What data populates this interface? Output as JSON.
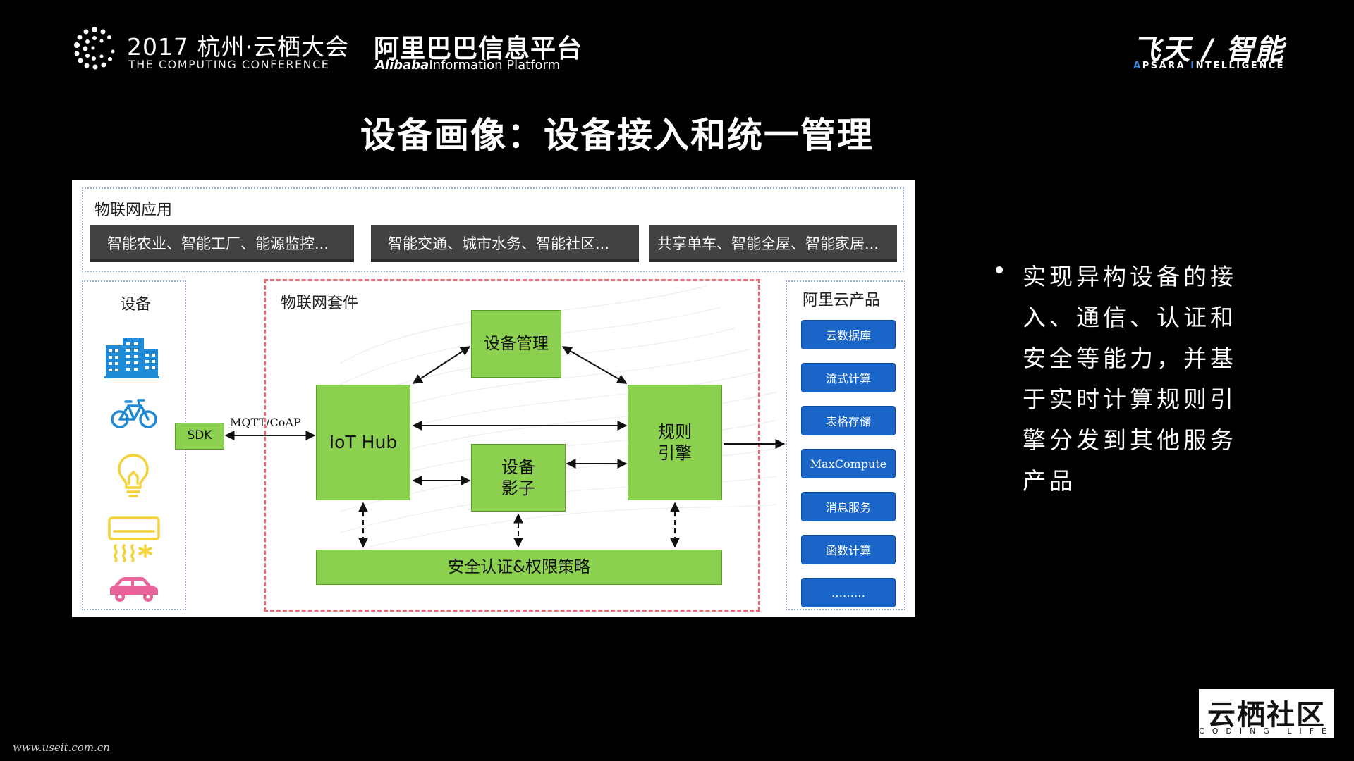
{
  "header": {
    "conference": {
      "title": "2017 杭州·云栖大会",
      "subtitle": "THE COMPUTING CONFERENCE"
    },
    "alibaba": {
      "title_cn": "阿里巴巴信息平台",
      "title_en_bold": "Alibaba",
      "title_en_rest": "Information Platform"
    },
    "apsara": {
      "title_cn": "飞天 / 智能",
      "title_en_a": "A",
      "title_en_psara": "PSARA ",
      "title_en_i": "I",
      "title_en_ntelligence": "NTELLIGENCE"
    }
  },
  "slide_title": "设备画像：设备接入和统一管理",
  "diagram": {
    "iot_apps": {
      "label": "物联网应用",
      "items": [
        "智能农业、智能工厂、能源监控...",
        "智能交通、城市水务、智能社区...",
        "共享单车、智能全屋、智能家居..."
      ]
    },
    "devices": {
      "label": "设备",
      "icons": [
        "building-icon",
        "bicycle-icon",
        "lightbulb-icon",
        "air-conditioner-icon",
        "car-icon"
      ]
    },
    "sdk": {
      "label": "SDK",
      "protocol": "MQTT/CoAP"
    },
    "iot_suite": {
      "label": "物联网套件",
      "iot_hub": "IoT Hub",
      "device_management": "设备管理",
      "rule_engine_line1": "规则",
      "rule_engine_line2": "引擎",
      "device_shadow_line1": "设备",
      "device_shadow_line2": "影子",
      "security": "安全认证&权限策略"
    },
    "aliyun_products": {
      "label": "阿里云产品",
      "items": [
        "云数据库",
        "流式计算",
        "表格存储",
        "MaxCompute",
        "消息服务",
        "函数计算",
        "………"
      ]
    },
    "colors": {
      "green_box": "#8bd04e",
      "blue_button": "#1a66c8",
      "app_box": "#404244",
      "suite_border": "#e86a78",
      "device_icon_blue": "#1f8ad6",
      "device_icon_yellow": "#f3d33c",
      "device_icon_pink": "#e8649a"
    }
  },
  "bullet": {
    "text": "实现异构设备的接入、通信、认证和安全等能力，并基于实时计算规则引擎分发到其他服务产品"
  },
  "footer": {
    "yunqi": {
      "title_cn": "云栖社区",
      "title_en": "CODING LIFE"
    },
    "watermark": "www.useit.com.cn"
  }
}
